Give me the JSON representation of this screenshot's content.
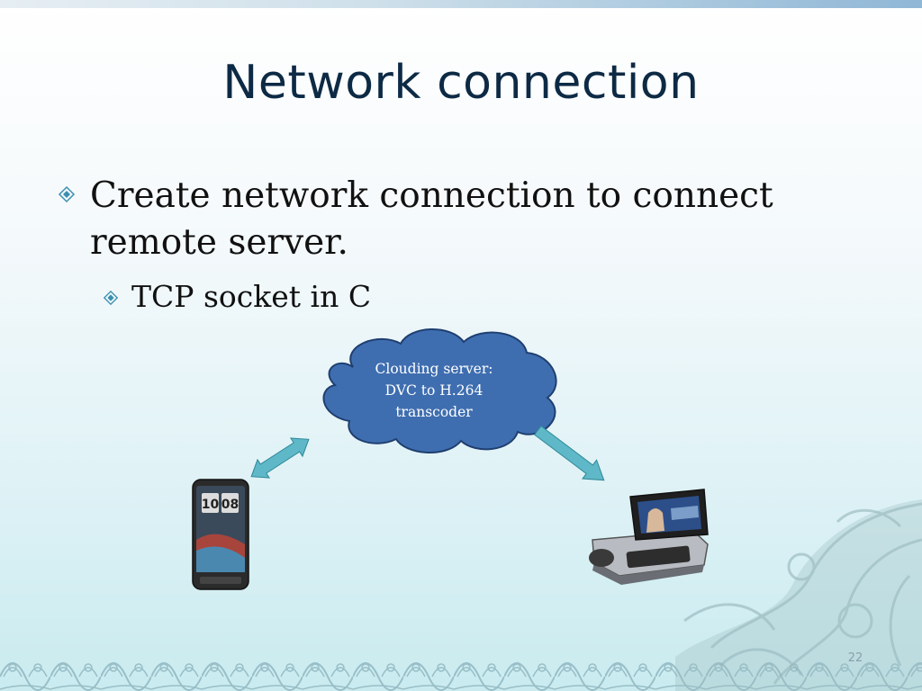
{
  "slide": {
    "title": "Network connection",
    "bullets": [
      {
        "text": "Create network connection to connect remote server.",
        "sub": [
          {
            "text": "TCP socket in C"
          }
        ]
      }
    ],
    "cloud": {
      "lines": [
        "Clouding server:",
        "DVC to H.264",
        "transcoder"
      ]
    },
    "phone_clock": {
      "hour": "10",
      "minute": "08"
    },
    "page_number": "22"
  },
  "colors": {
    "title": "#0d2a45",
    "cloud_fill": "#3f6eb0",
    "cloud_stroke": "#1f3f70",
    "arrow_fill": "#5fb8c8",
    "bullet": "#3a8fb0"
  }
}
